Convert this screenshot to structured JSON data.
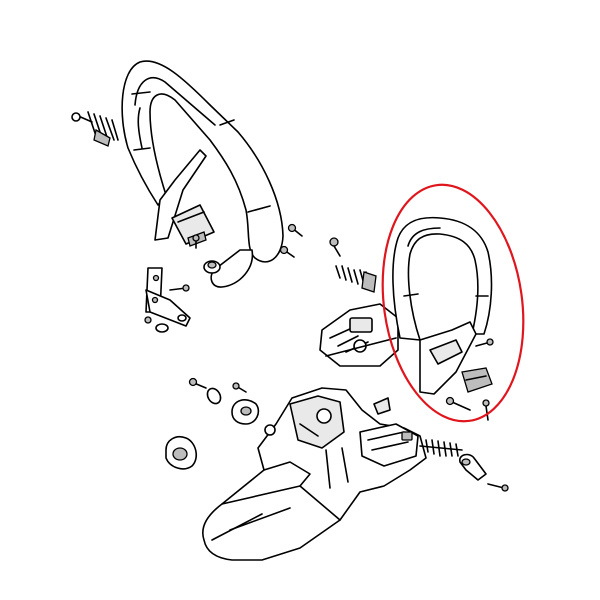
{
  "diagram": {
    "highlight_color": "#e0161e",
    "line_color": "#000000",
    "background": "#ffffff",
    "parts": [
      {
        "name": "front-handlebar",
        "icon": "handlebar-icon"
      },
      {
        "name": "rear-handle-highlighted",
        "icon": "handle-icon"
      },
      {
        "name": "engine-housing",
        "icon": "housing-icon"
      },
      {
        "name": "annular-buffer-springs",
        "icon": "spring-icon"
      },
      {
        "name": "mounting-screws",
        "icon": "screw-icon"
      },
      {
        "name": "rubber-plug",
        "icon": "plug-icon"
      }
    ]
  }
}
